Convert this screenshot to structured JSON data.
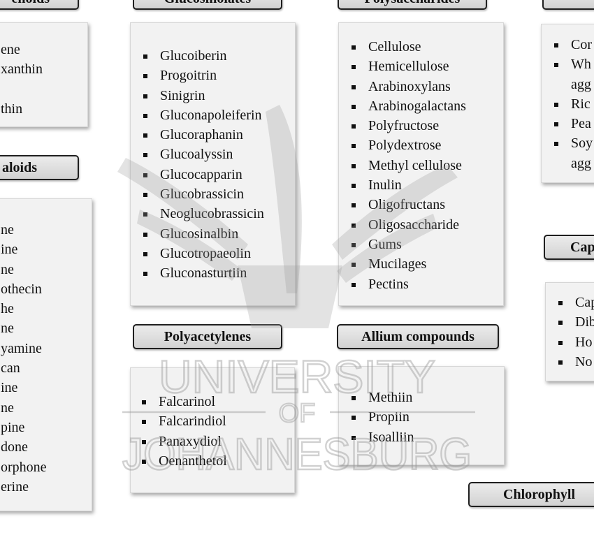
{
  "headers": {
    "carotenoids": "enoids",
    "glucosinolates": "Glucosinolates",
    "polysaccharides": "Polysaccharides",
    "alkaloids": "aloids",
    "polyacetylenes": "Polyacetylenes",
    "allium": "Allium compounds",
    "capsaicinoids": "Cap",
    "chlorophyll": "Chlorophyll"
  },
  "carotenoids_items": [
    "ene",
    "xanthin",
    "",
    "thin"
  ],
  "alkaloids_items": [
    "ne",
    "ine",
    "ne",
    "othecin",
    "he",
    "ne",
    "yamine",
    "can",
    "ine",
    "ne",
    "pine",
    "done",
    "orphone",
    "erine"
  ],
  "glucosinolates_items": [
    "Glucoiberin",
    "Progoitrin",
    "Sinigrin",
    "Gluconapoleiferin",
    "Glucoraphanin",
    "Glucoalyssin",
    "Glucocapparin",
    "Glucobrassicin",
    "Neoglucobrassicin",
    "Glucosinalbin",
    "Glucotropaeolin",
    "Gluconasturtiin"
  ],
  "polysaccharides_items": [
    "Cellulose",
    "Hemicellulose",
    "Arabinoxylans",
    "Arabinogalactans",
    "Polyfructose",
    "Polydextrose",
    "Methyl cellulose",
    "Inulin",
    "Oligofructans",
    "Oligosaccharide",
    "Gums",
    "Mucilages",
    "Pectins"
  ],
  "polyacetylenes_items": [
    "Falcarinol",
    "Falcarindiol",
    "Panaxydiol",
    "Oenanthetol"
  ],
  "allium_items": [
    "Methiin",
    "Propiin",
    "Isoalliin"
  ],
  "right_top_items": [
    "Cor",
    "Wh",
    "agg",
    "Ric",
    "Pea",
    "Soy",
    "agg"
  ],
  "capsaicinoids_items": [
    "Cap",
    "Dib",
    "Ho",
    "No"
  ],
  "watermark": {
    "line1": "UNIVERSITY",
    "line2": "OF",
    "line3": "JOHANNESBURG",
    "color": "#9a9a9a"
  },
  "colors": {
    "header_fill": "#dcdcdc",
    "box_fill": "#f2f2f2",
    "border": "#1f1f1f"
  }
}
